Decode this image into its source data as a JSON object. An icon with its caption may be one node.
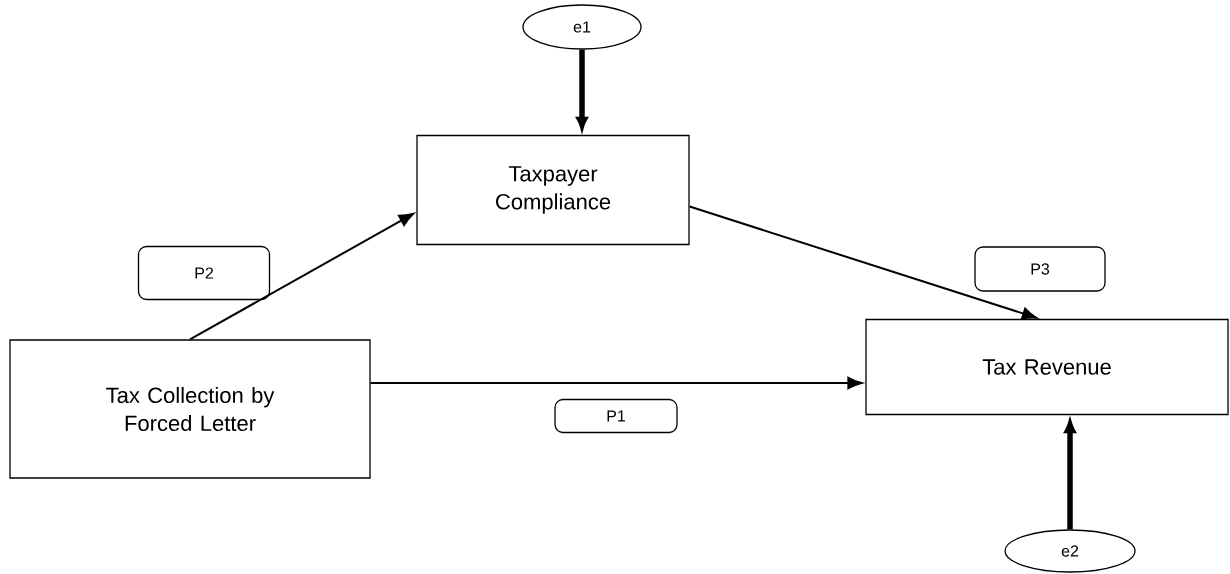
{
  "diagram": {
    "nodes": [
      {
        "text": [
          "e1"
        ]
      },
      {
        "text": [
          "Taxpayer Compliance"
        ]
      },
      {
        "text": [
          "P2"
        ]
      },
      {
        "text": [
          "P3"
        ]
      },
      {
        "text": [
          "Tax Collection by Forced Letter"
        ]
      },
      {
        "text": [
          "Tax Revenue"
        ]
      },
      {
        "text": [
          "P1"
        ]
      },
      {
        "text": [
          "e2"
        ]
      }
    ],
    "edges": [
      {
        "from": 0,
        "to": 1,
        "arrow": "to",
        "style": "thick"
      },
      {
        "from": 4,
        "to": 1,
        "arrow": "to"
      },
      {
        "from": 1,
        "to": 5,
        "arrow": "to"
      },
      {
        "from": 4,
        "to": 5,
        "arrow": "to"
      },
      {
        "from": 7,
        "to": 5,
        "arrow": "to",
        "style": "thick"
      }
    ]
  }
}
